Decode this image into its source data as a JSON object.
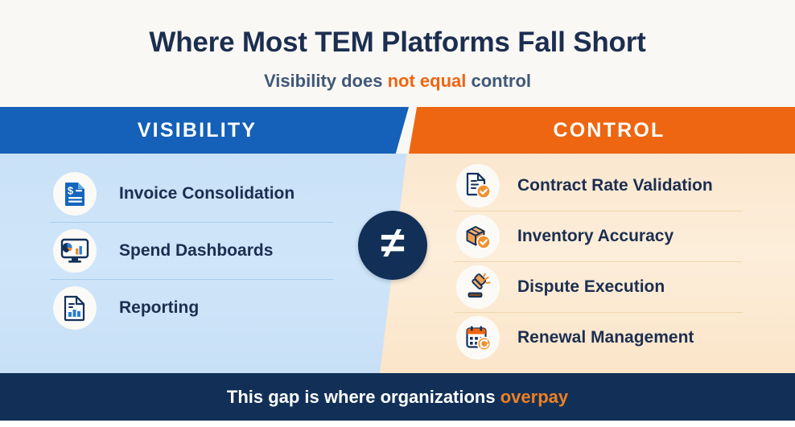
{
  "header": {
    "title": "Where Most TEM Platforms Fall Short",
    "subtitle_pre": "Visibility does ",
    "subtitle_accent": "not equal",
    "subtitle_post": " control"
  },
  "banners": {
    "left_label": "VISIBILITY",
    "right_label": "CONTROL",
    "left_color": "#1560b8",
    "right_color": "#ee6611"
  },
  "center": {
    "symbol": "≠",
    "circle_color": "#123057"
  },
  "visibility_column": {
    "items": [
      {
        "label": "Invoice Consolidation",
        "icon": "invoice-dollar-document-icon"
      },
      {
        "label": "Spend Dashboards",
        "icon": "monitor-pie-chart-icon"
      },
      {
        "label": "Reporting",
        "icon": "document-bar-chart-icon"
      }
    ]
  },
  "control_column": {
    "items": [
      {
        "label": "Contract Rate Validation",
        "icon": "document-check-badge-icon"
      },
      {
        "label": "Inventory Accuracy",
        "icon": "package-box-check-icon"
      },
      {
        "label": "Dispute Execution",
        "icon": "gavel-icon"
      },
      {
        "label": "Renewal Management",
        "icon": "calendar-refresh-icon"
      }
    ]
  },
  "footer": {
    "text_pre": "This gap is where organizations ",
    "text_accent": "overpay"
  },
  "palette": {
    "navy": "#1c2e50",
    "deep_navy": "#123057",
    "blue": "#1560b8",
    "orange": "#ee6611",
    "panel_blue": "#cfe5f9",
    "panel_cream": "#fbe7cf"
  }
}
